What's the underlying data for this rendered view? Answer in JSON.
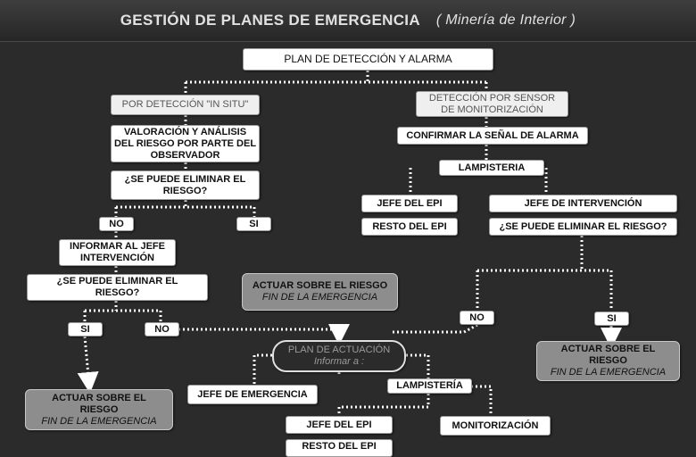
{
  "title": {
    "main": "GESTIÓN DE PLANES DE EMERGENCIA",
    "subtitle": "( Minería de Interior )"
  },
  "nodes": {
    "plan_deteccion": "PLAN DE DETECCIÓN Y ALARMA",
    "por_deteccion_in_situ": "POR DETECCIÓN \"IN SITU\"",
    "deteccion_sensor_l1": "DETECCIÓN POR SENSOR",
    "deteccion_sensor_l2": "DE MONITORIZACIÓN",
    "valoracion_l1": "VALORACIÓN Y ANÁLISIS",
    "valoracion_l2": "DEL RIESGO POR PARTE DEL",
    "valoracion_l3": "OBSERVADOR",
    "confirmar_senal": "CONFIRMAR LA SEÑAL DE ALARMA",
    "lampisteria_top": "LAMPISTERIA",
    "eliminar_riesgo_1_l1": "¿SE PUEDE ELIMINAR EL",
    "eliminar_riesgo_1_l2": "RIESGO?",
    "jefe_epi_right": "JEFE DEL EPI",
    "resto_epi_right": "RESTO DEL EPI",
    "jefe_intervencion": "JEFE DE INTERVENCIÓN",
    "eliminar_riesgo_right": "¿SE PUEDE ELIMINAR EL RIESGO?",
    "no_1": "NO",
    "si_1": "SI",
    "informar_jefe_l1": "INFORMAR AL JEFE",
    "informar_jefe_l2": "INTERVENCIÓN",
    "eliminar_riesgo_2_l1": "¿SE PUEDE ELIMINAR EL",
    "eliminar_riesgo_2_l2": "RIESGO?",
    "actuar_center_l1": "ACTUAR SOBRE EL RIESGO",
    "actuar_center_l2": "FIN DE LA EMERGENCIA",
    "si_2": "SI",
    "no_2": "NO",
    "no_right": "NO",
    "si_right": "SI",
    "actuar_right_l1": "ACTUAR SOBRE EL",
    "actuar_right_l2": "RIESGO",
    "actuar_right_l3": "FIN DE LA EMERGENCIA",
    "plan_actuacion_l1": "PLAN DE ACTUACIÓN",
    "plan_actuacion_l2": "Informar a :",
    "jefe_emergencia": "JEFE DE EMERGENCIA",
    "lampisteria_bottom": "LAMPISTERÍA",
    "actuar_left_l1": "ACTUAR SOBRE EL",
    "actuar_left_l2": "RIESGO",
    "actuar_left_l3": "FIN DE LA EMERGENCIA",
    "jefe_epi_bottom": "JEFE DEL EPI",
    "monitorizacion": "MONITORIZACIÓN",
    "resto_epi_bottom": "RESTO DEL EPI"
  },
  "colors": {
    "background": "#2b2b2b",
    "node_fill": "#ffffff",
    "terminal_fill": "#8d8d8d",
    "connector": "#ffffff"
  }
}
